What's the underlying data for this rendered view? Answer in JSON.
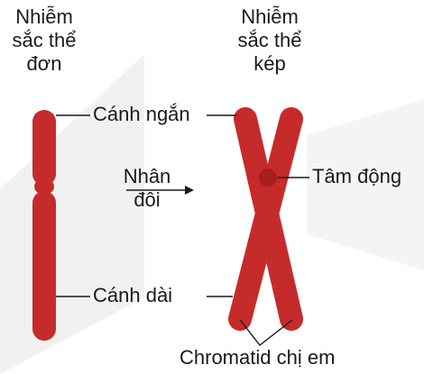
{
  "single": {
    "title": [
      "Nhiễm",
      "sắc thể",
      "đơn"
    ],
    "short_arm": "Cánh ngắn",
    "long_arm": "Cánh dài"
  },
  "process": [
    "Nhân",
    "đôi"
  ],
  "double": {
    "title": [
      "Nhiễm",
      "sắc thể",
      "kép"
    ],
    "centromere": "Tâm động",
    "chromatids": "Chromatid chị em"
  },
  "colors": {
    "chromosome": "#c62b2b",
    "chromosome_dark": "#a81e1e",
    "text": "#1a1a1a",
    "watermark": "#ececec"
  }
}
